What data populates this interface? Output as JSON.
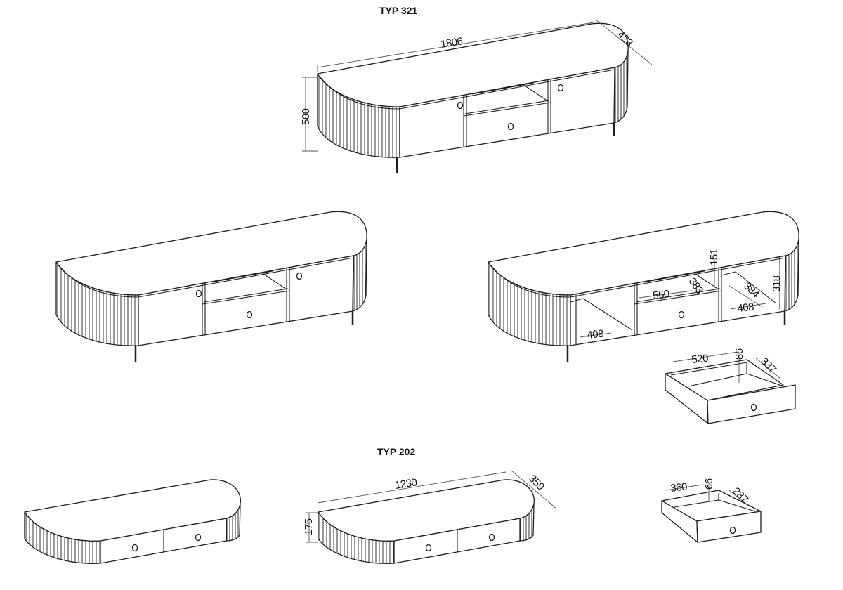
{
  "sections": {
    "typ321": {
      "title": "TYP 321",
      "dims": {
        "width": "1806",
        "depth": "423",
        "height": "500"
      },
      "interior_dims": {
        "middle_width": "560",
        "middle_depth": "383",
        "middle_height": "151",
        "right_depth": "384",
        "right_height": "318",
        "right_width": "408",
        "left_width": "408"
      },
      "drawer_dims": {
        "width": "520",
        "height": "86",
        "depth": "337"
      }
    },
    "typ202": {
      "title": "TYP 202",
      "dims": {
        "width": "1230",
        "depth": "359",
        "height": "175"
      },
      "drawer_dims": {
        "width": "360",
        "height": "66",
        "depth": "287"
      }
    }
  }
}
